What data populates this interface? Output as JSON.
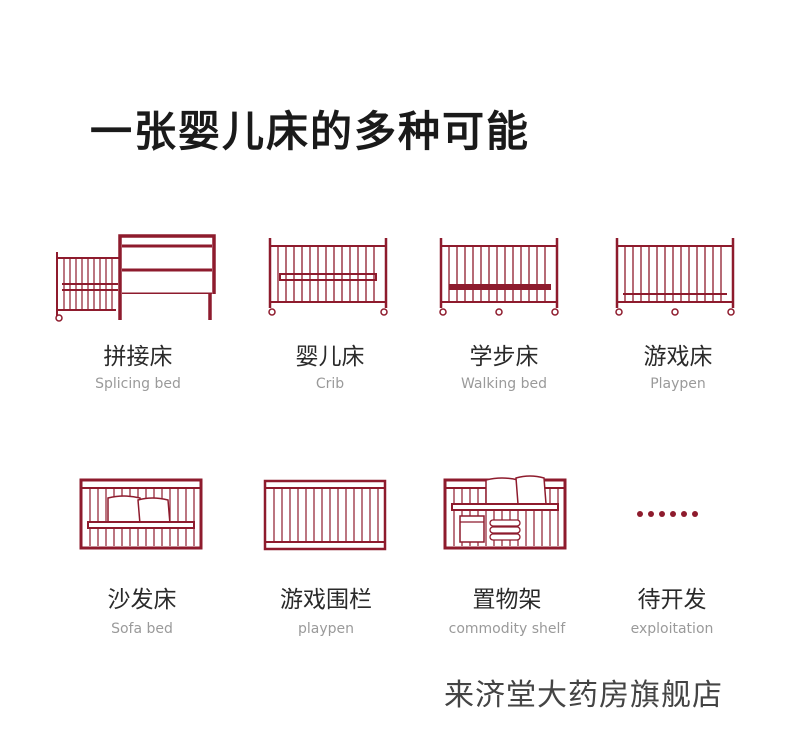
{
  "title": "一张婴儿床的多种可能",
  "brand_color": "#8e1b2d",
  "items": [
    {
      "cn": "拼接床",
      "en": "Splicing bed",
      "icon": "splicing-bed-icon"
    },
    {
      "cn": "婴儿床",
      "en": "Crib",
      "icon": "crib-icon"
    },
    {
      "cn": "学步床",
      "en": "Walking bed",
      "icon": "walking-bed-icon"
    },
    {
      "cn": "游戏床",
      "en": "Playpen",
      "icon": "playpen-bed-icon"
    },
    {
      "cn": "沙发床",
      "en": "Sofa bed",
      "icon": "sofa-bed-icon"
    },
    {
      "cn": "游戏围栏",
      "en": "playpen",
      "icon": "playpen-fence-icon"
    },
    {
      "cn": "置物架",
      "en": "commodity shelf",
      "icon": "shelf-icon"
    },
    {
      "cn": "待开发",
      "en": "exploitation",
      "icon": "ellipsis-icon"
    }
  ],
  "watermark": "来济堂大药房旗舰店"
}
